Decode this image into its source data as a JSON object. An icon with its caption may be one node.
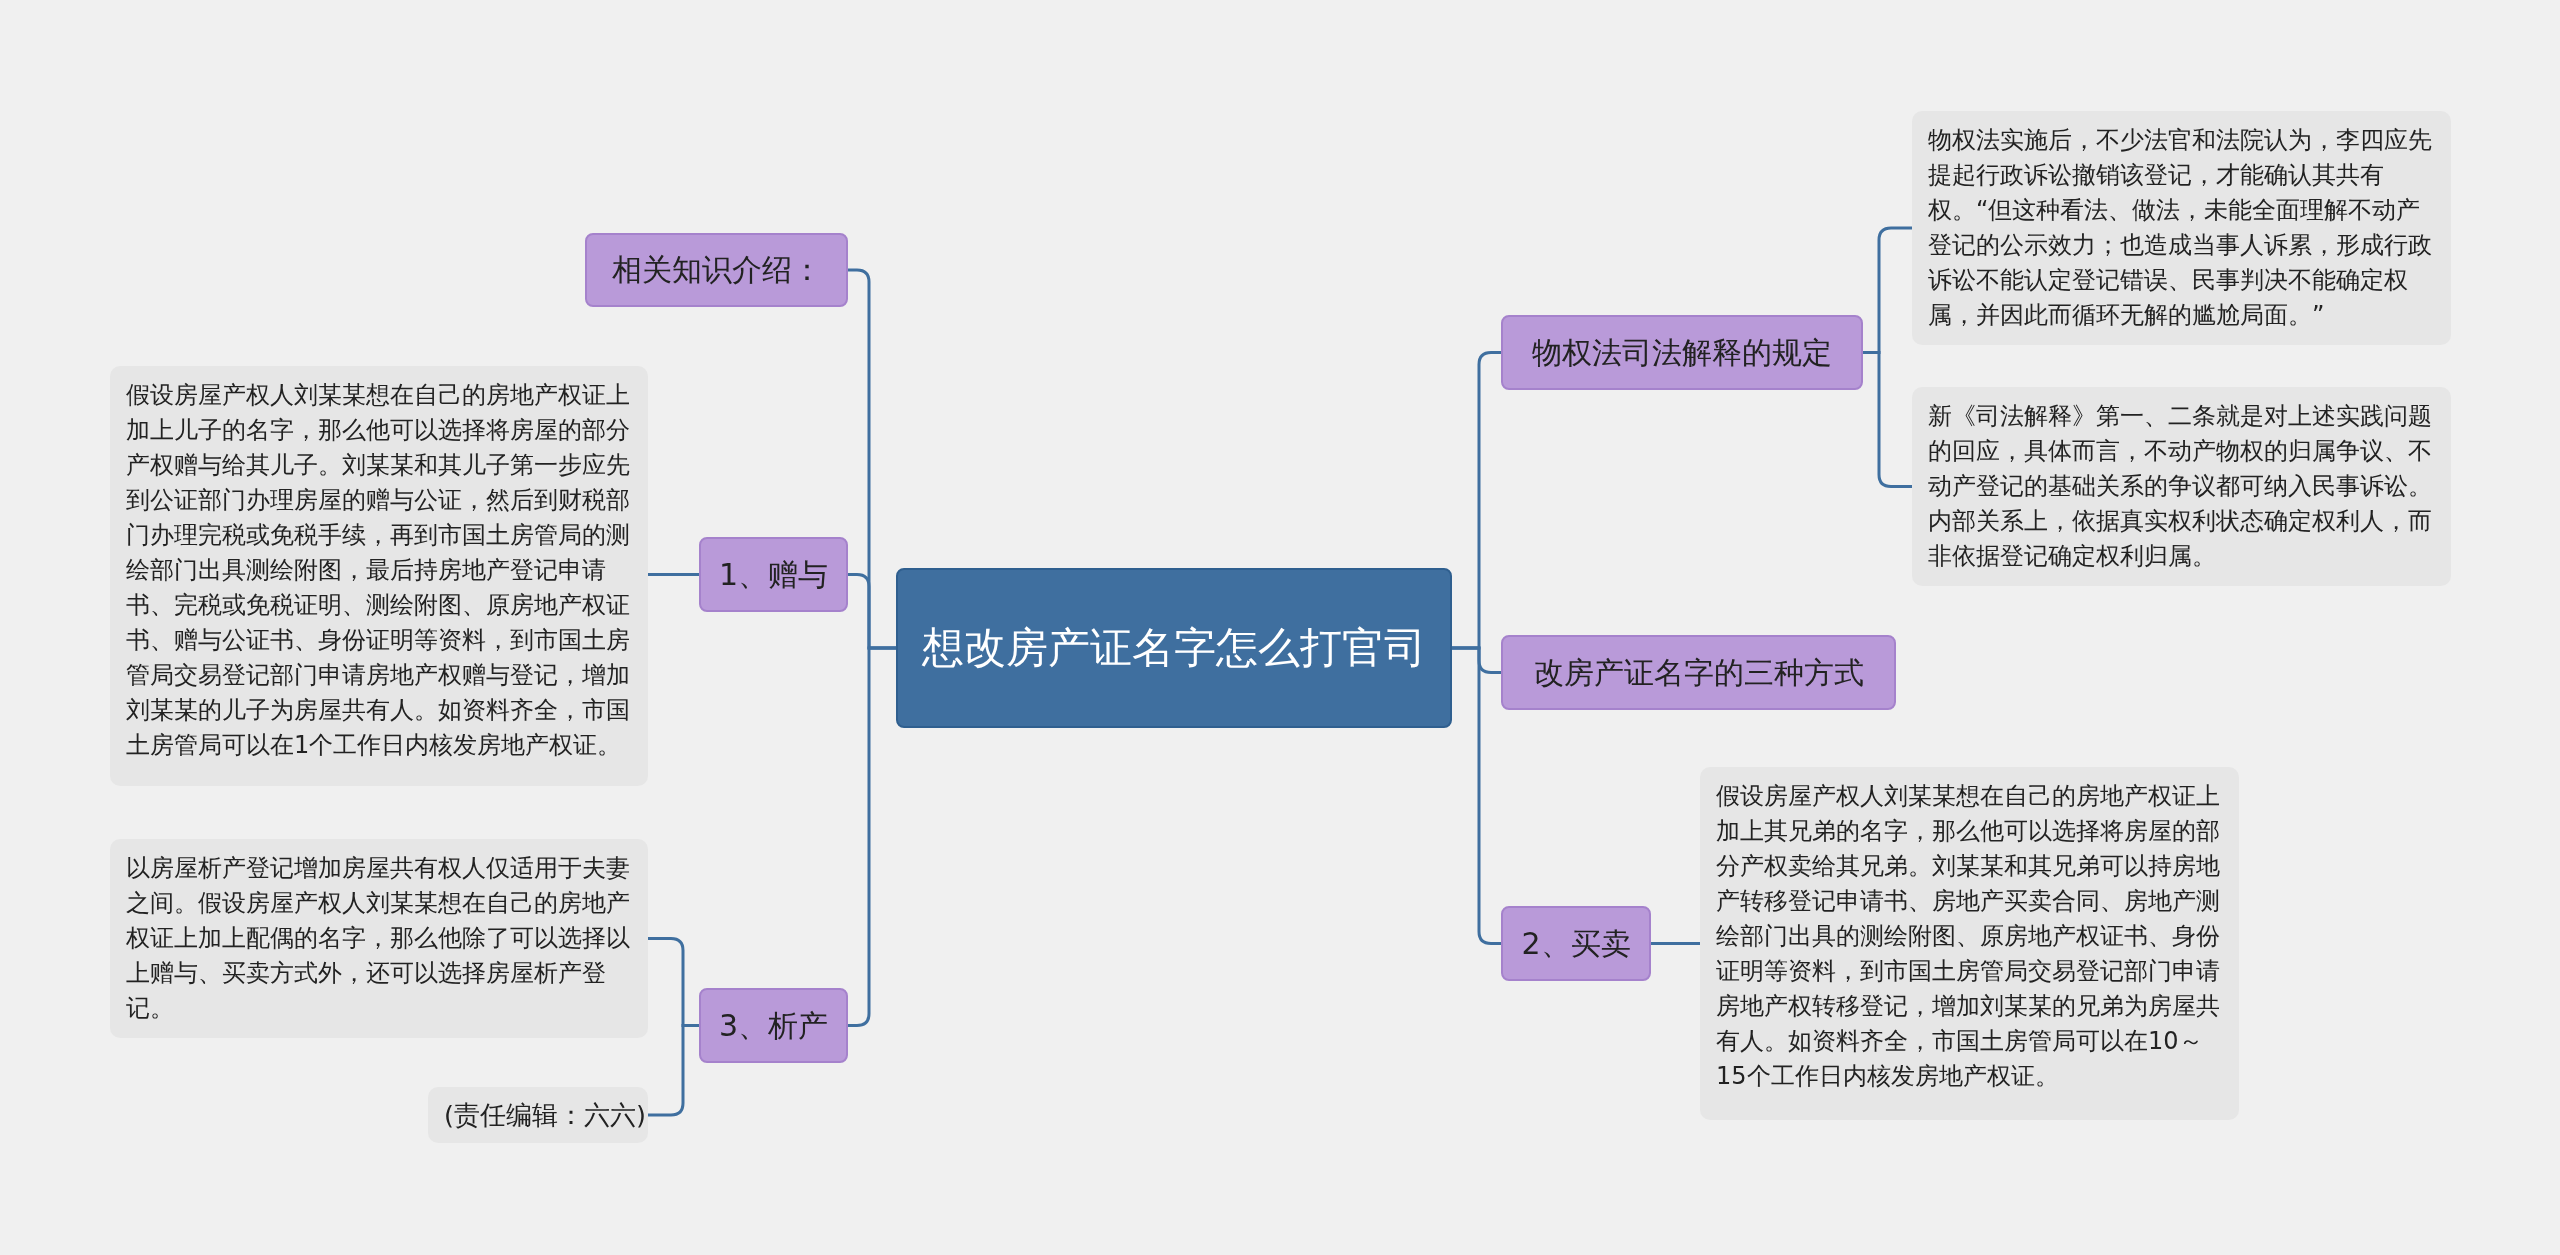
{
  "diagram": {
    "nodes": [
      {
        "text": [
          "想改房产证名字怎么打官司"
        ]
      },
      {
        "text": [
          "相关知识介绍："
        ]
      },
      {
        "text": [
          "1、赠与"
        ]
      },
      {
        "text": [
          "假设房屋产权人刘某某想在自己的房地产权证上加上儿子的名字，那么他可以选择将房屋的部分产权赠与给其儿子。刘某某和其儿子第一步应先到公证部门办理房屋的赠与公证，然后到财税部门办理完税或免税手续，再到市国土房管局的测绘部门出具测绘附图，最后持房地产登记申请书、完税或免税证明、测绘附图、原房地产权证书、赠与公证书、身份证明等资料，到市国土房管局交易登记部门申请房地产权赠与登记，增加刘某某的儿子为房屋共有人。如资料齐全，市国土房管局可以在1个工作日内核发房地产权证。"
        ]
      },
      {
        "text": [
          "3、析产"
        ]
      },
      {
        "text": [
          "以房屋析产登记增加房屋共有权人仅适用于夫妻之间。假设房屋产权人刘某某想在自己的房地产权证上加上配偶的名字，那么他除了可以选择以上赠与、买卖方式外，还可以选择房屋析产登记。"
        ]
      },
      {
        "text": [
          "(责任编辑：六六)"
        ]
      },
      {
        "text": [
          "物权法司法解释的规定"
        ]
      },
      {
        "text": [
          "物权法实施后，不少法官和法院认为，李四应先提起行政诉讼撤销该登记，才能确认其共有权。“但这种看法、做法，未能全面理解不动产登记的公示效力；也造成当事人诉累，形成行政诉讼不能认定登记错误、民事判决不能确定权属，并因此而循环无解的尴尬局面。”"
        ]
      },
      {
        "text": [
          "新《司法解释》第一、二条就是对上述实践问题的回应，具体而言，不动产物权的归属争议、不动产登记的基础关系的争议都可纳入民事诉讼。内部关系上，依据真实权利状态确定权利人，而非依据登记确定权利归属。"
        ]
      },
      {
        "text": [
          "改房产证名字的三种方式"
        ]
      },
      {
        "text": [
          "2、买卖"
        ]
      },
      {
        "text": [
          "假设房屋产权人刘某某想在自己的房地产权证上加上其兄弟的名字，那么他可以选择将房屋的部分产权卖给其兄弟。刘某某和其兄弟可以持房地产转移登记申请书、房地产买卖合同、房地产测绘部门出具的测绘附图、原房地产权证书、身份证明等资料，到市国土房管局交易登记部门申请房地产权转移登记，增加刘某某的兄弟为房屋共有人。如资料齐全，市国土房管局可以在10～15个工作日内核发房地产权证。"
        ]
      }
    ],
    "edges": [
      {
        "from": 0,
        "to": 1,
        "arrow": "none"
      },
      {
        "from": 0,
        "to": 2,
        "arrow": "none"
      },
      {
        "from": 0,
        "to": 4,
        "arrow": "none"
      },
      {
        "from": 2,
        "to": 3,
        "arrow": "none"
      },
      {
        "from": 4,
        "to": 5,
        "arrow": "none"
      },
      {
        "from": 4,
        "to": 6,
        "arrow": "none"
      },
      {
        "from": 0,
        "to": 7,
        "arrow": "none"
      },
      {
        "from": 0,
        "to": 10,
        "arrow": "none"
      },
      {
        "from": 0,
        "to": 11,
        "arrow": "none"
      },
      {
        "from": 7,
        "to": 8,
        "arrow": "none"
      },
      {
        "from": 7,
        "to": 9,
        "arrow": "none"
      },
      {
        "from": 11,
        "to": 12,
        "arrow": "none"
      }
    ]
  }
}
